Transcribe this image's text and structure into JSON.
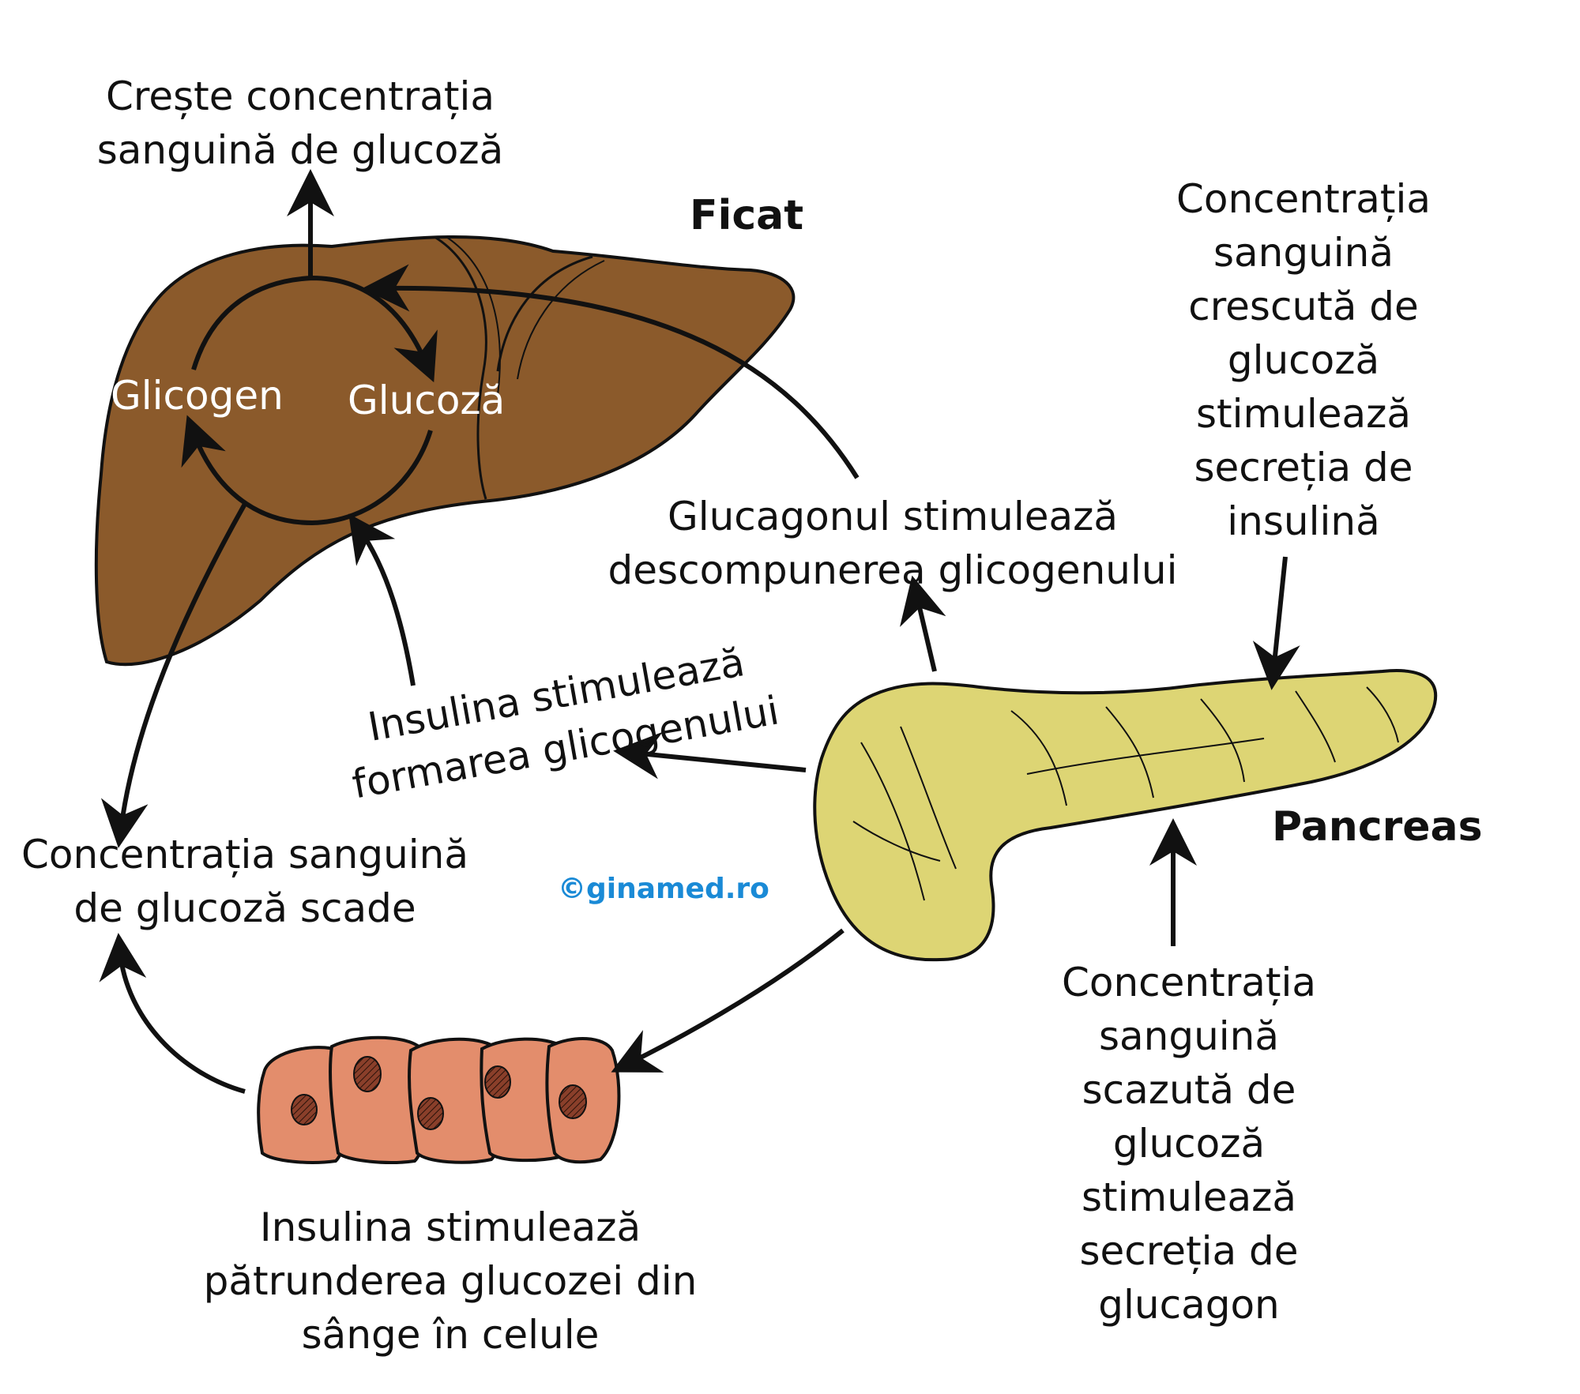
{
  "colors": {
    "liver": "#8b5a2b",
    "pancreas": "#ddd574",
    "cells": "#e38d6c",
    "nucleus": "#8a3f2a",
    "watermark": "#1a8ad6"
  },
  "organs": {
    "liver": {
      "title": "Ficat",
      "glycogen": "Glicogen",
      "glucose": "Glucoză"
    },
    "pancreas": {
      "title": "Pancreas"
    },
    "cells": {
      "icon": "body-cells-icon"
    }
  },
  "labels": {
    "increase": [
      "Crește concentrația",
      "sanguină de glucoză"
    ],
    "decrease": [
      "Concentrația sanguină",
      "de glucoză scade"
    ],
    "glucagon_action": [
      "Glucagonul stimulează",
      "descompunerea glicogenului"
    ],
    "insulin_glycogen": [
      "Insulina stimulează",
      "formarea glicogenului"
    ],
    "high_glucose": [
      "Concentrația",
      "sanguină",
      "crescută de",
      "glucoză",
      "stimulează",
      "secreția de",
      "insulină"
    ],
    "low_glucose": [
      "Concentrația",
      "sanguină",
      "scazută de",
      "glucoză",
      "stimulează",
      "secreția de",
      "glucagon"
    ],
    "insulin_uptake": [
      "Insulina stimulează",
      "pătrunderea glucozei din",
      "sânge în celule"
    ]
  },
  "watermark": "©ginamed.ro"
}
